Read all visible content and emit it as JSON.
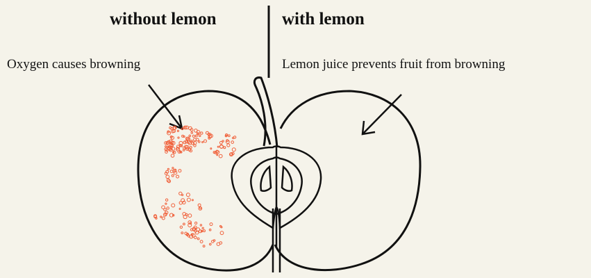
{
  "headings": {
    "left": "without lemon",
    "right": "with lemon"
  },
  "labels": {
    "left": "Oxygen causes browning",
    "right": "Lemon juice prevents fruit from browning"
  },
  "colors": {
    "background": "#f5f3ea",
    "outline": "#111111",
    "browning_spots": "#f0603a"
  },
  "icons": {
    "arrow": "arrow-icon"
  }
}
